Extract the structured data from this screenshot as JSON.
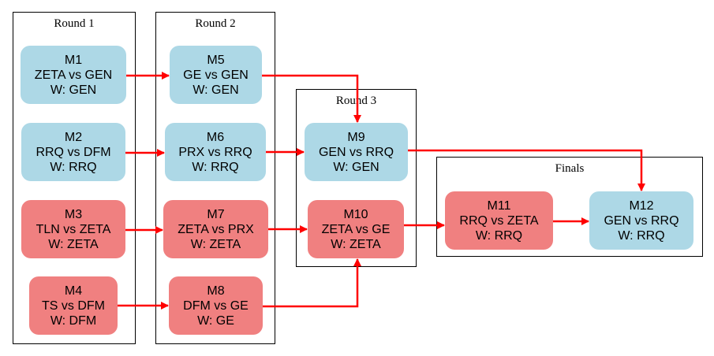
{
  "clusters": {
    "round1": {
      "label": "Round 1"
    },
    "round2": {
      "label": "Round 2"
    },
    "round3": {
      "label": "Round 3"
    },
    "finals": {
      "label": "Finals"
    }
  },
  "matches": {
    "m1": {
      "id": "M1",
      "teams": "ZETA vs GEN",
      "winner": "W: GEN",
      "status": "win"
    },
    "m2": {
      "id": "M2",
      "teams": "RRQ vs DFM",
      "winner": "W: RRQ",
      "status": "win"
    },
    "m3": {
      "id": "M3",
      "teams": "TLN vs ZETA",
      "winner": "W: ZETA",
      "status": "lose"
    },
    "m4": {
      "id": "M4",
      "teams": "TS vs DFM",
      "winner": "W: DFM",
      "status": "lose"
    },
    "m5": {
      "id": "M5",
      "teams": "GE vs GEN",
      "winner": "W: GEN",
      "status": "win"
    },
    "m6": {
      "id": "M6",
      "teams": "PRX vs RRQ",
      "winner": "W: RRQ",
      "status": "win"
    },
    "m7": {
      "id": "M7",
      "teams": "ZETA vs PRX",
      "winner": "W: ZETA",
      "status": "lose"
    },
    "m8": {
      "id": "M8",
      "teams": "DFM vs GE",
      "winner": "W: GE",
      "status": "lose"
    },
    "m9": {
      "id": "M9",
      "teams": "GEN vs RRQ",
      "winner": "W: GEN",
      "status": "win"
    },
    "m10": {
      "id": "M10",
      "teams": "ZETA vs GE",
      "winner": "W: ZETA",
      "status": "lose"
    },
    "m11": {
      "id": "M11",
      "teams": "RRQ vs ZETA",
      "winner": "W: RRQ",
      "status": "lose"
    },
    "m12": {
      "id": "M12",
      "teams": "GEN vs RRQ",
      "winner": "W: RRQ",
      "status": "win"
    }
  },
  "edges": [
    {
      "from": "M1",
      "to": "M5"
    },
    {
      "from": "M2",
      "to": "M6"
    },
    {
      "from": "M3",
      "to": "M7"
    },
    {
      "from": "M4",
      "to": "M8"
    },
    {
      "from": "M5",
      "to": "M9"
    },
    {
      "from": "M6",
      "to": "M9"
    },
    {
      "from": "M7",
      "to": "M10"
    },
    {
      "from": "M8",
      "to": "M10"
    },
    {
      "from": "M9",
      "to": "M12"
    },
    {
      "from": "M10",
      "to": "M11"
    },
    {
      "from": "M11",
      "to": "M12"
    }
  ],
  "colors": {
    "winner_fill": "#add8e6",
    "loser_fill": "#f08080",
    "edge": "#ff0000",
    "cluster_border": "#000000"
  }
}
